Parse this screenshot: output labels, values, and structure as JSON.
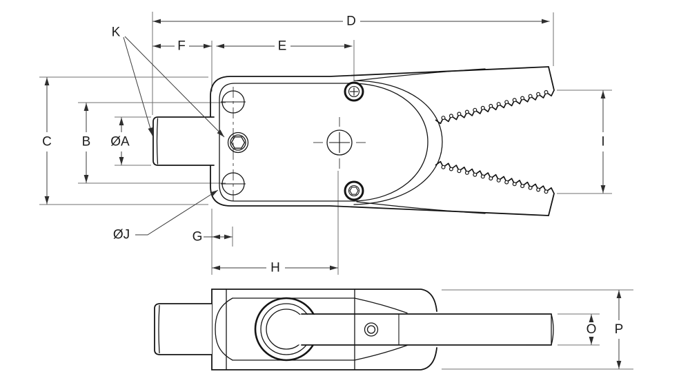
{
  "drawing": {
    "title": "gripper-dimension-drawing",
    "colors": {
      "background": "#ffffff",
      "geometry": "#141414",
      "dimension_lines": "#3a3a3a",
      "extension_lines": "#6f6f6f",
      "text": "#1c1c1c"
    },
    "labels": {
      "a": "ØA",
      "b": "B",
      "c": "C",
      "d": "D",
      "e": "E",
      "f": "F",
      "g": "G",
      "h": "H",
      "i": "I",
      "j": "ØJ",
      "k": "K",
      "o": "O",
      "p": "P"
    }
  }
}
